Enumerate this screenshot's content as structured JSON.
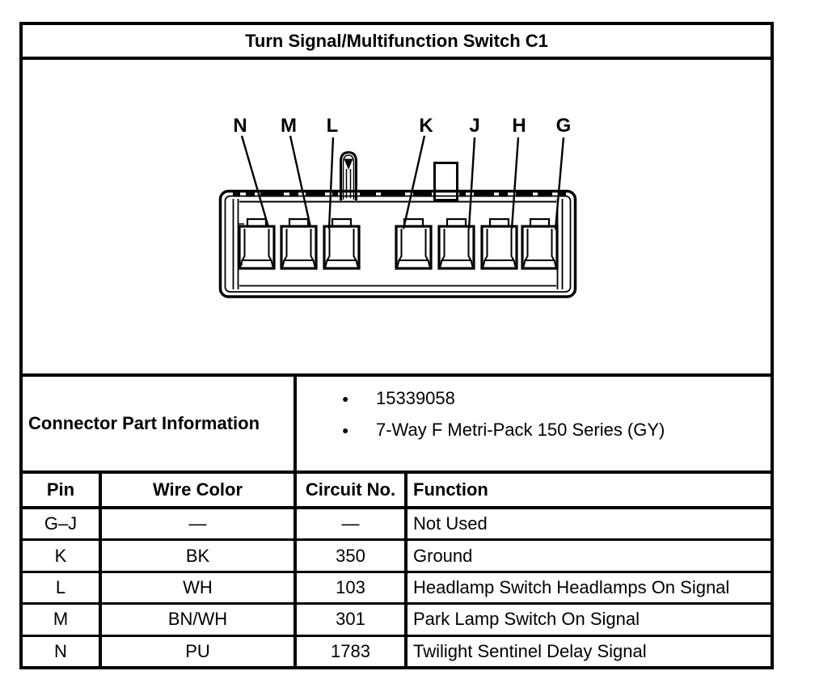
{
  "title": "Turn Signal/Multifunction Switch C1",
  "diagram": {
    "pin_labels": [
      "N",
      "M",
      "L",
      "K",
      "J",
      "H",
      "G"
    ]
  },
  "part_info": {
    "label": "Connector Part Information",
    "bullet_icon": "●",
    "items": [
      "15339058",
      "7-Way F Metri-Pack 150 Series (GY)"
    ]
  },
  "pin_table": {
    "headers": {
      "pin": "Pin",
      "wire_color": "Wire Color",
      "circuit": "Circuit No.",
      "function": "Function"
    },
    "rows": [
      {
        "pin": "G–J",
        "wire_color": "—",
        "circuit": "—",
        "function": "Not Used"
      },
      {
        "pin": "K",
        "wire_color": "BK",
        "circuit": "350",
        "function": "Ground"
      },
      {
        "pin": "L",
        "wire_color": "WH",
        "circuit": "103",
        "function": "Headlamp Switch Headlamps On Signal"
      },
      {
        "pin": "M",
        "wire_color": "BN/WH",
        "circuit": "301",
        "function": "Park Lamp Switch On Signal"
      },
      {
        "pin": "N",
        "wire_color": "PU",
        "circuit": "1783",
        "function": "Twilight Sentinel Delay Signal"
      }
    ]
  },
  "colors": {
    "ink": "#000000",
    "paper": "#ffffff"
  }
}
